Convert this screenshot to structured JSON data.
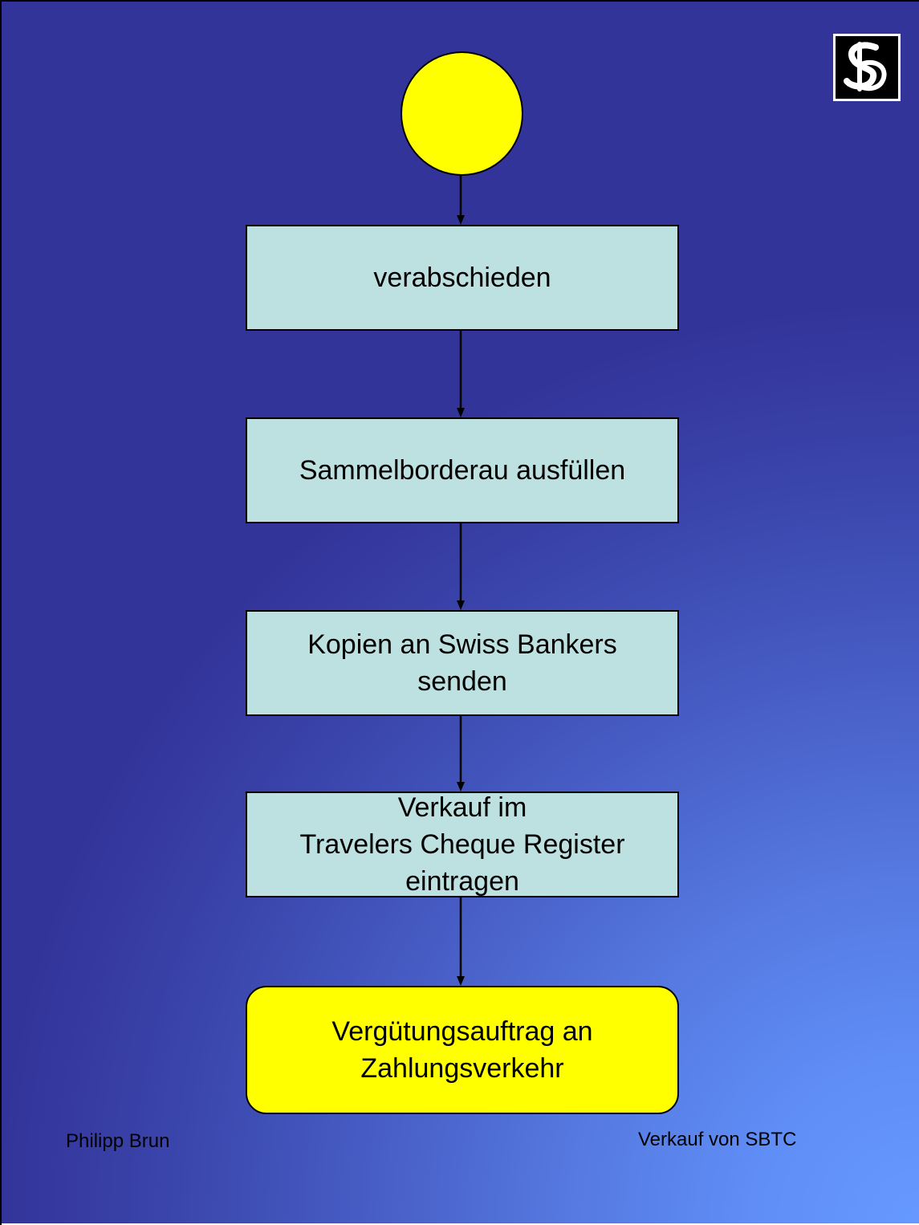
{
  "logo": {
    "alt": "SB"
  },
  "flowchart": {
    "start": "",
    "steps": [
      "verabschieden",
      "Sammelborderau ausfüllen",
      "Kopien an Swiss Bankers\nsenden",
      "Verkauf im\nTravelers Cheque Register\neintragen"
    ],
    "end": "Vergütungsauftrag an\nZahlungsverkehr"
  },
  "footer": {
    "author": "Philipp Brun",
    "topic": "Verkauf von SBTC"
  },
  "colors": {
    "background_dark": "#33349a",
    "background_light": "#6699ff",
    "box_fill": "#bde0e0",
    "start_end_fill": "#ffff00"
  }
}
